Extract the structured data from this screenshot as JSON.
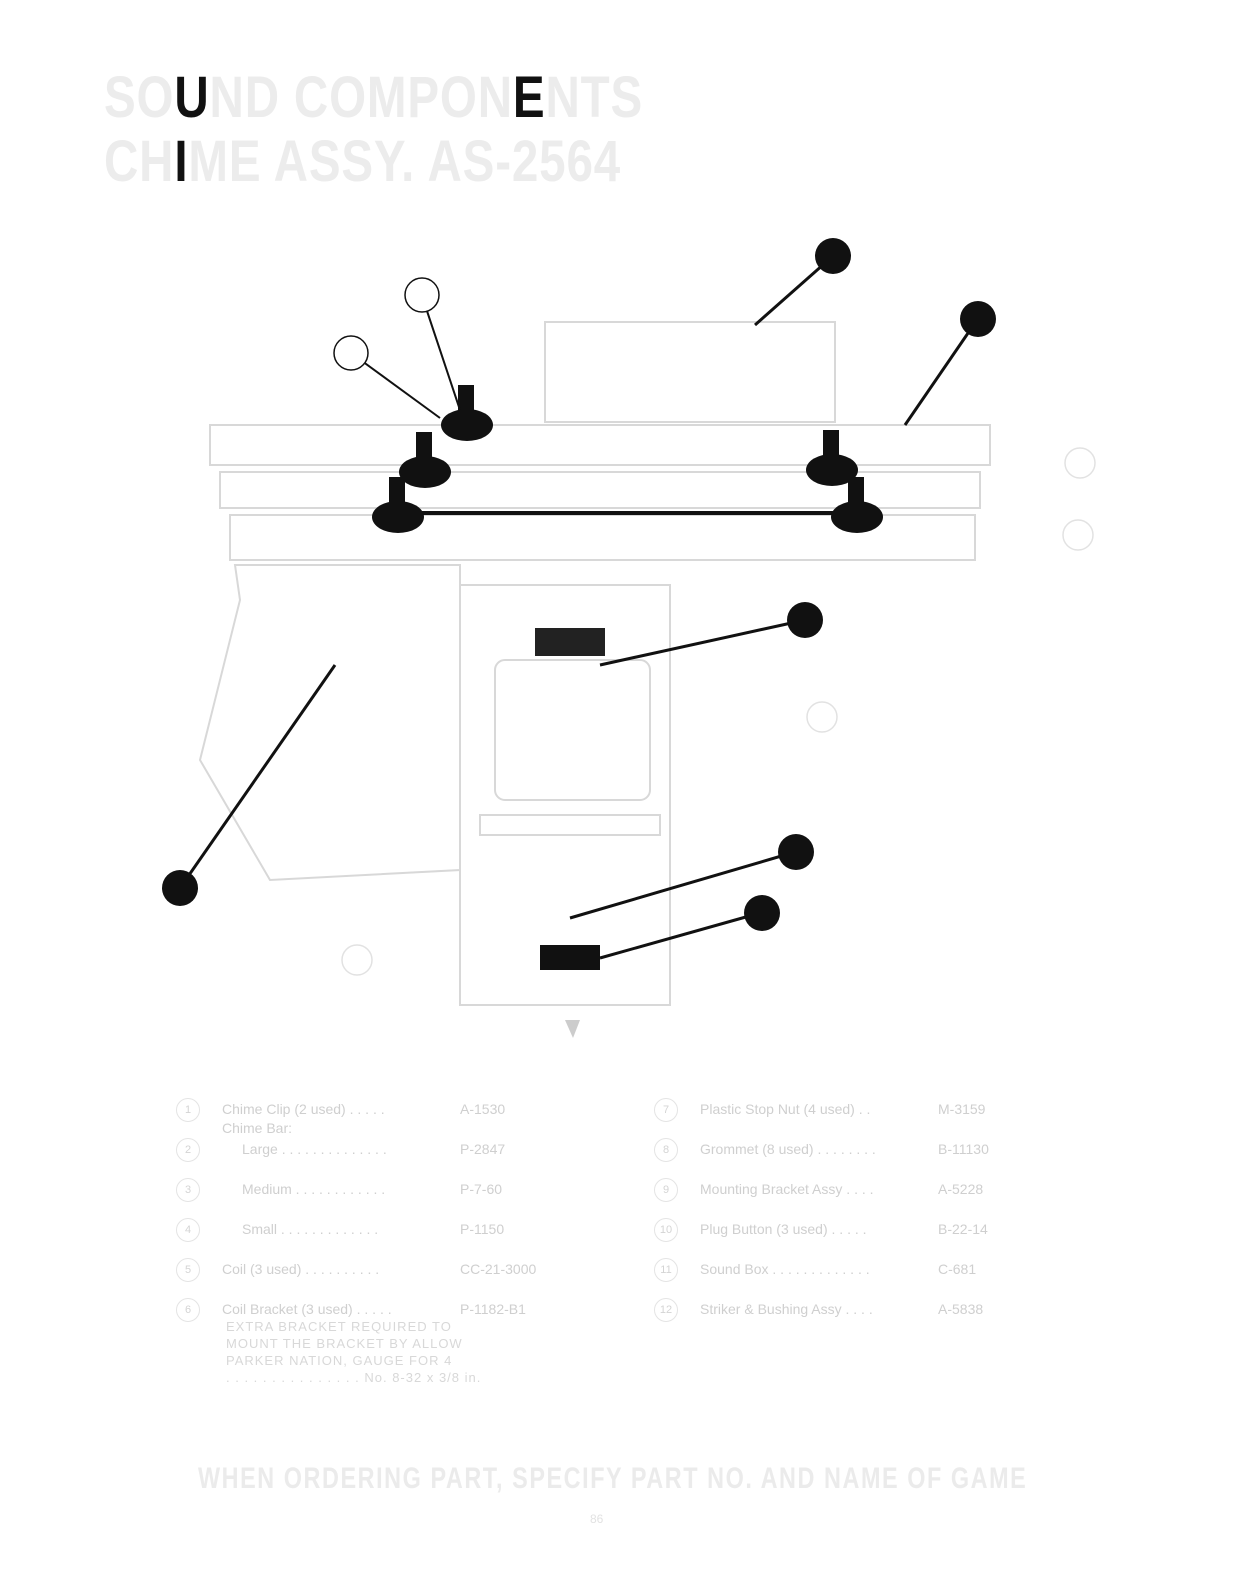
{
  "title": {
    "line1": "SOUND COMPONENTS",
    "line2": "CHIME ASSY. AS-2564"
  },
  "parts_left": [
    {
      "num": "1",
      "name": "Chime Clip (2 used) . . . . .",
      "part_no": "A-1530"
    },
    {
      "num": "2",
      "group": "Chime Bar:",
      "name": "Large . . . . . . . . . . . . . .",
      "part_no": "P-2847"
    },
    {
      "num": "3",
      "name": "Medium . . . . . . . . . . . .",
      "part_no": "P-7-60"
    },
    {
      "num": "4",
      "name": "Small . . . . . . . . . . . . .",
      "part_no": "P-1150"
    },
    {
      "num": "5",
      "name": "Coil (3 used) . . . . . . . . . .",
      "part_no": "CC-21-3000"
    },
    {
      "num": "6",
      "name": "Coil Bracket (3 used) . . . . .",
      "part_no": "P-1182-B1"
    }
  ],
  "note": {
    "line1": "EXTRA BRACKET REQUIRED TO",
    "line2": "MOUNT THE BRACKET BY ALLOW",
    "line3": "PARKER NATION, GAUGE FOR 4",
    "line4": ". . . . . . . . . . . . . . . No. 8-32 x 3/8 in."
  },
  "parts_right": [
    {
      "num": "7",
      "name": "Plastic Stop Nut (4 used) . .",
      "part_no": "M-3159"
    },
    {
      "num": "8",
      "name": "Grommet (8 used) . . . . . . . .",
      "part_no": "B-11130"
    },
    {
      "num": "9",
      "name": "Mounting Bracket Assy . . . .",
      "part_no": "A-5228"
    },
    {
      "num": "10",
      "name": "Plug Button (3 used) . . . . .",
      "part_no": "B-22-14"
    },
    {
      "num": "11",
      "name": "Sound Box . . . . . . . . . . . . .",
      "part_no": "C-681"
    },
    {
      "num": "12",
      "name": "Striker & Bushing Assy . . . .",
      "part_no": "A-5838"
    }
  ],
  "footer": "WHEN ORDERING PART, SPECIFY PART NO. AND NAME OF GAME",
  "page_number": "86"
}
